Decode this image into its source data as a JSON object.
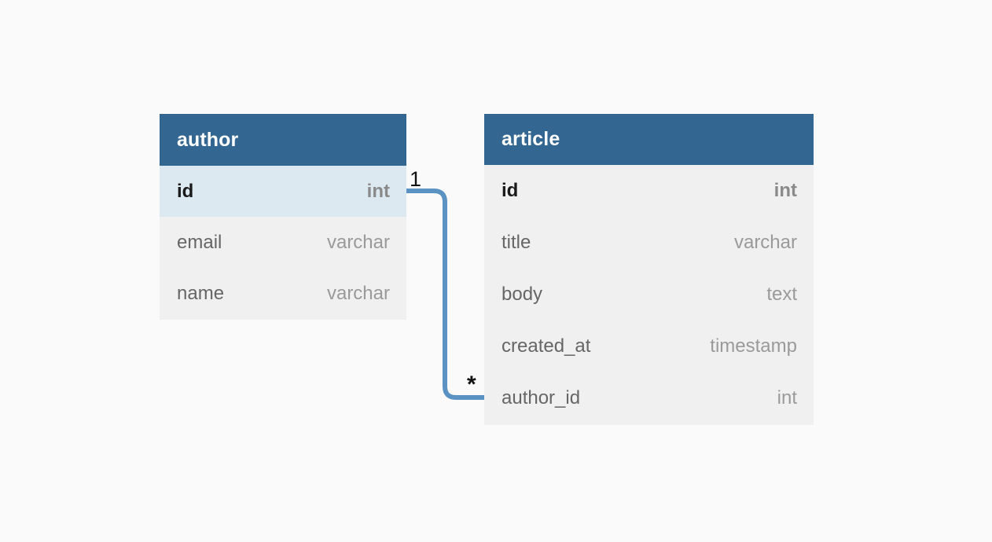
{
  "diagram": {
    "type": "entity-relationship-diagram",
    "background_color": "#fafafa",
    "header_color": "#336691",
    "row_color": "#f0f0f0",
    "pk_highlight_color": "#dce9f1",
    "connector_color": "#5b92c4"
  },
  "entities": [
    {
      "name": "author",
      "columns": [
        {
          "name": "id",
          "type": "int",
          "is_primary_key": true,
          "highlighted": true
        },
        {
          "name": "email",
          "type": "varchar",
          "is_primary_key": false,
          "highlighted": false
        },
        {
          "name": "name",
          "type": "varchar",
          "is_primary_key": false,
          "highlighted": false
        }
      ]
    },
    {
      "name": "article",
      "columns": [
        {
          "name": "id",
          "type": "int",
          "is_primary_key": true,
          "highlighted": false
        },
        {
          "name": "title",
          "type": "varchar",
          "is_primary_key": false,
          "highlighted": false
        },
        {
          "name": "body",
          "type": "text",
          "is_primary_key": false,
          "highlighted": false
        },
        {
          "name": "created_at",
          "type": "timestamp",
          "is_primary_key": false,
          "highlighted": false
        },
        {
          "name": "author_id",
          "type": "int",
          "is_primary_key": false,
          "highlighted": false
        }
      ]
    }
  ],
  "relationship": {
    "from_entity": "author",
    "from_column": "id",
    "to_entity": "article",
    "to_column": "author_id",
    "source_cardinality": "1",
    "target_cardinality": "*"
  }
}
